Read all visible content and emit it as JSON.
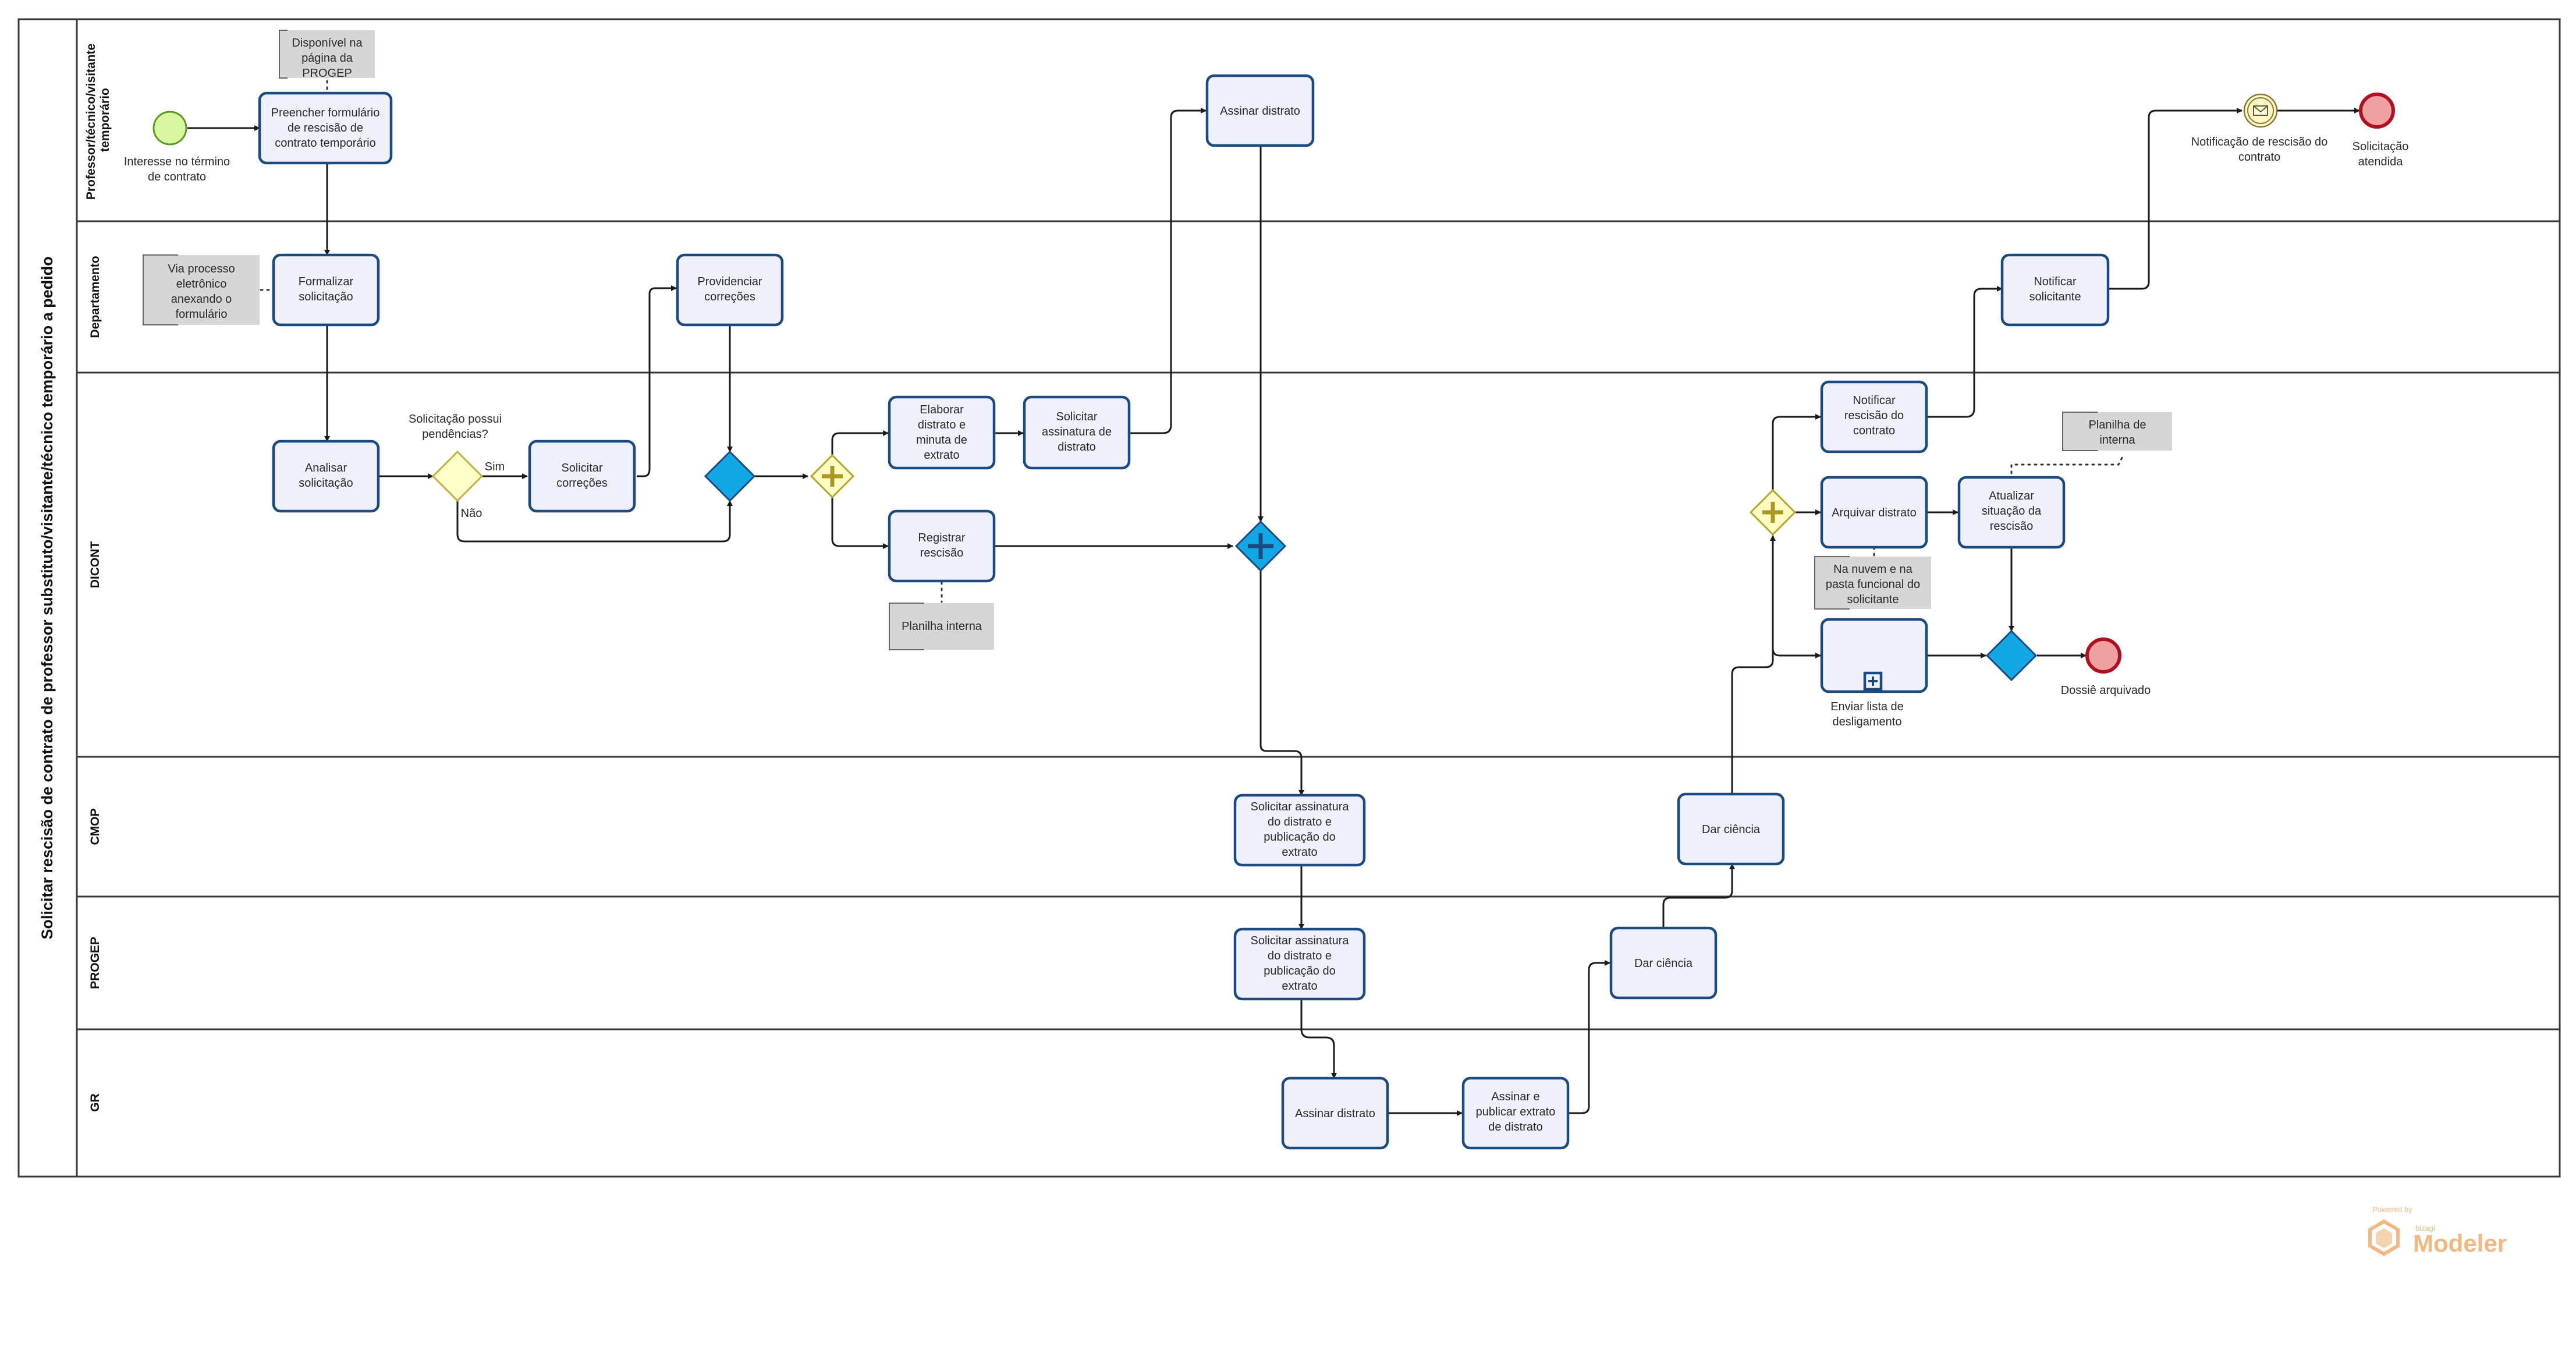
{
  "pool": {
    "title": "Solicitar rescisão de contrato de professor substituto/visitante/técnico temporário a pedido"
  },
  "lanes": {
    "professor": [
      "Professor/técnico/visitante",
      "temporário"
    ],
    "departamento": "Departamento",
    "dicont": "DICONT",
    "cmop": "CMOP",
    "progep": "PROGEP",
    "gr": "GR"
  },
  "tasks": {
    "preencher": [
      "Preencher formulário",
      "de rescisão de",
      "contrato temporário"
    ],
    "assinar_distrato_prof": [
      "Assinar distrato"
    ],
    "formalizar": [
      "Formalizar",
      "solicitação"
    ],
    "providenciar": [
      "Providenciar",
      "correções"
    ],
    "notificar_solicitante": [
      "Notificar",
      "solicitante"
    ],
    "analisar": [
      "Analisar",
      "solicitação"
    ],
    "solicitar_correcoes": [
      "Solicitar",
      "correções"
    ],
    "elaborar": [
      "Elaborar",
      "distrato e",
      "minuta de",
      "extrato"
    ],
    "solicitar_assinatura_distrato": [
      "Solicitar",
      "assinatura de",
      "distrato"
    ],
    "registrar": [
      "Registrar",
      "rescisão"
    ],
    "notificar_rescisao": [
      "Notificar",
      "rescisão do",
      "contrato"
    ],
    "arquivar": [
      "Arquivar distrato"
    ],
    "atualizar": [
      "Atualizar",
      "situação da",
      "rescisão"
    ],
    "cmop_solicitar": [
      "Solicitar assinatura",
      "do distrato e",
      "publicação do",
      "extrato"
    ],
    "cmop_ciencia": [
      "Dar ciência"
    ],
    "progep_solicitar": [
      "Solicitar assinatura",
      "do distrato e",
      "publicação do",
      "extrato"
    ],
    "progep_ciencia": [
      "Dar ciência"
    ],
    "gr_assinar": [
      "Assinar distrato"
    ],
    "gr_assinar_publicar": [
      "Assinar e",
      "publicar extrato",
      "de distrato"
    ]
  },
  "subprocess": {
    "enviar_lista": [
      "Enviar lista de",
      "desligamento"
    ]
  },
  "annotations": {
    "disponivel": [
      "Disponível na",
      "página da",
      "PROGEP"
    ],
    "via_processo": [
      "Via processo",
      "eletrônico",
      "anexando o",
      "formulário"
    ],
    "planilha_interna_1": [
      "Planilha interna"
    ],
    "planilha_interna_2": [
      "Planilha de",
      "interna"
    ],
    "na_nuvem": [
      "Na nuvem e na",
      "pasta funcional do",
      "solicitante"
    ]
  },
  "events": {
    "start": [
      "Interesse no término",
      "de contrato"
    ],
    "notificacao": [
      "Notificação de rescisão do",
      "contrato"
    ],
    "end_atendida": [
      "Solicitação",
      "atendida"
    ],
    "end_dossie": [
      "Dossiê arquivado"
    ]
  },
  "gateways": {
    "pendencias_question": [
      "Solicitação possui",
      "pendências?"
    ],
    "sim": "Sim",
    "nao": "Não"
  },
  "branding": {
    "powered_by": "Powered by",
    "company": "bizagi",
    "product": "Modeler"
  },
  "colors": {
    "task_fill": "#eef0fb",
    "task_stroke": "#1b4a80",
    "gateway_blue": "#12a8e8",
    "gateway_yellow": "#fffcc4",
    "end_event": "#f0a2a2",
    "start_event": "#d8f7a0",
    "annotation": "#d6d6d6",
    "brand": "#f1b981"
  }
}
